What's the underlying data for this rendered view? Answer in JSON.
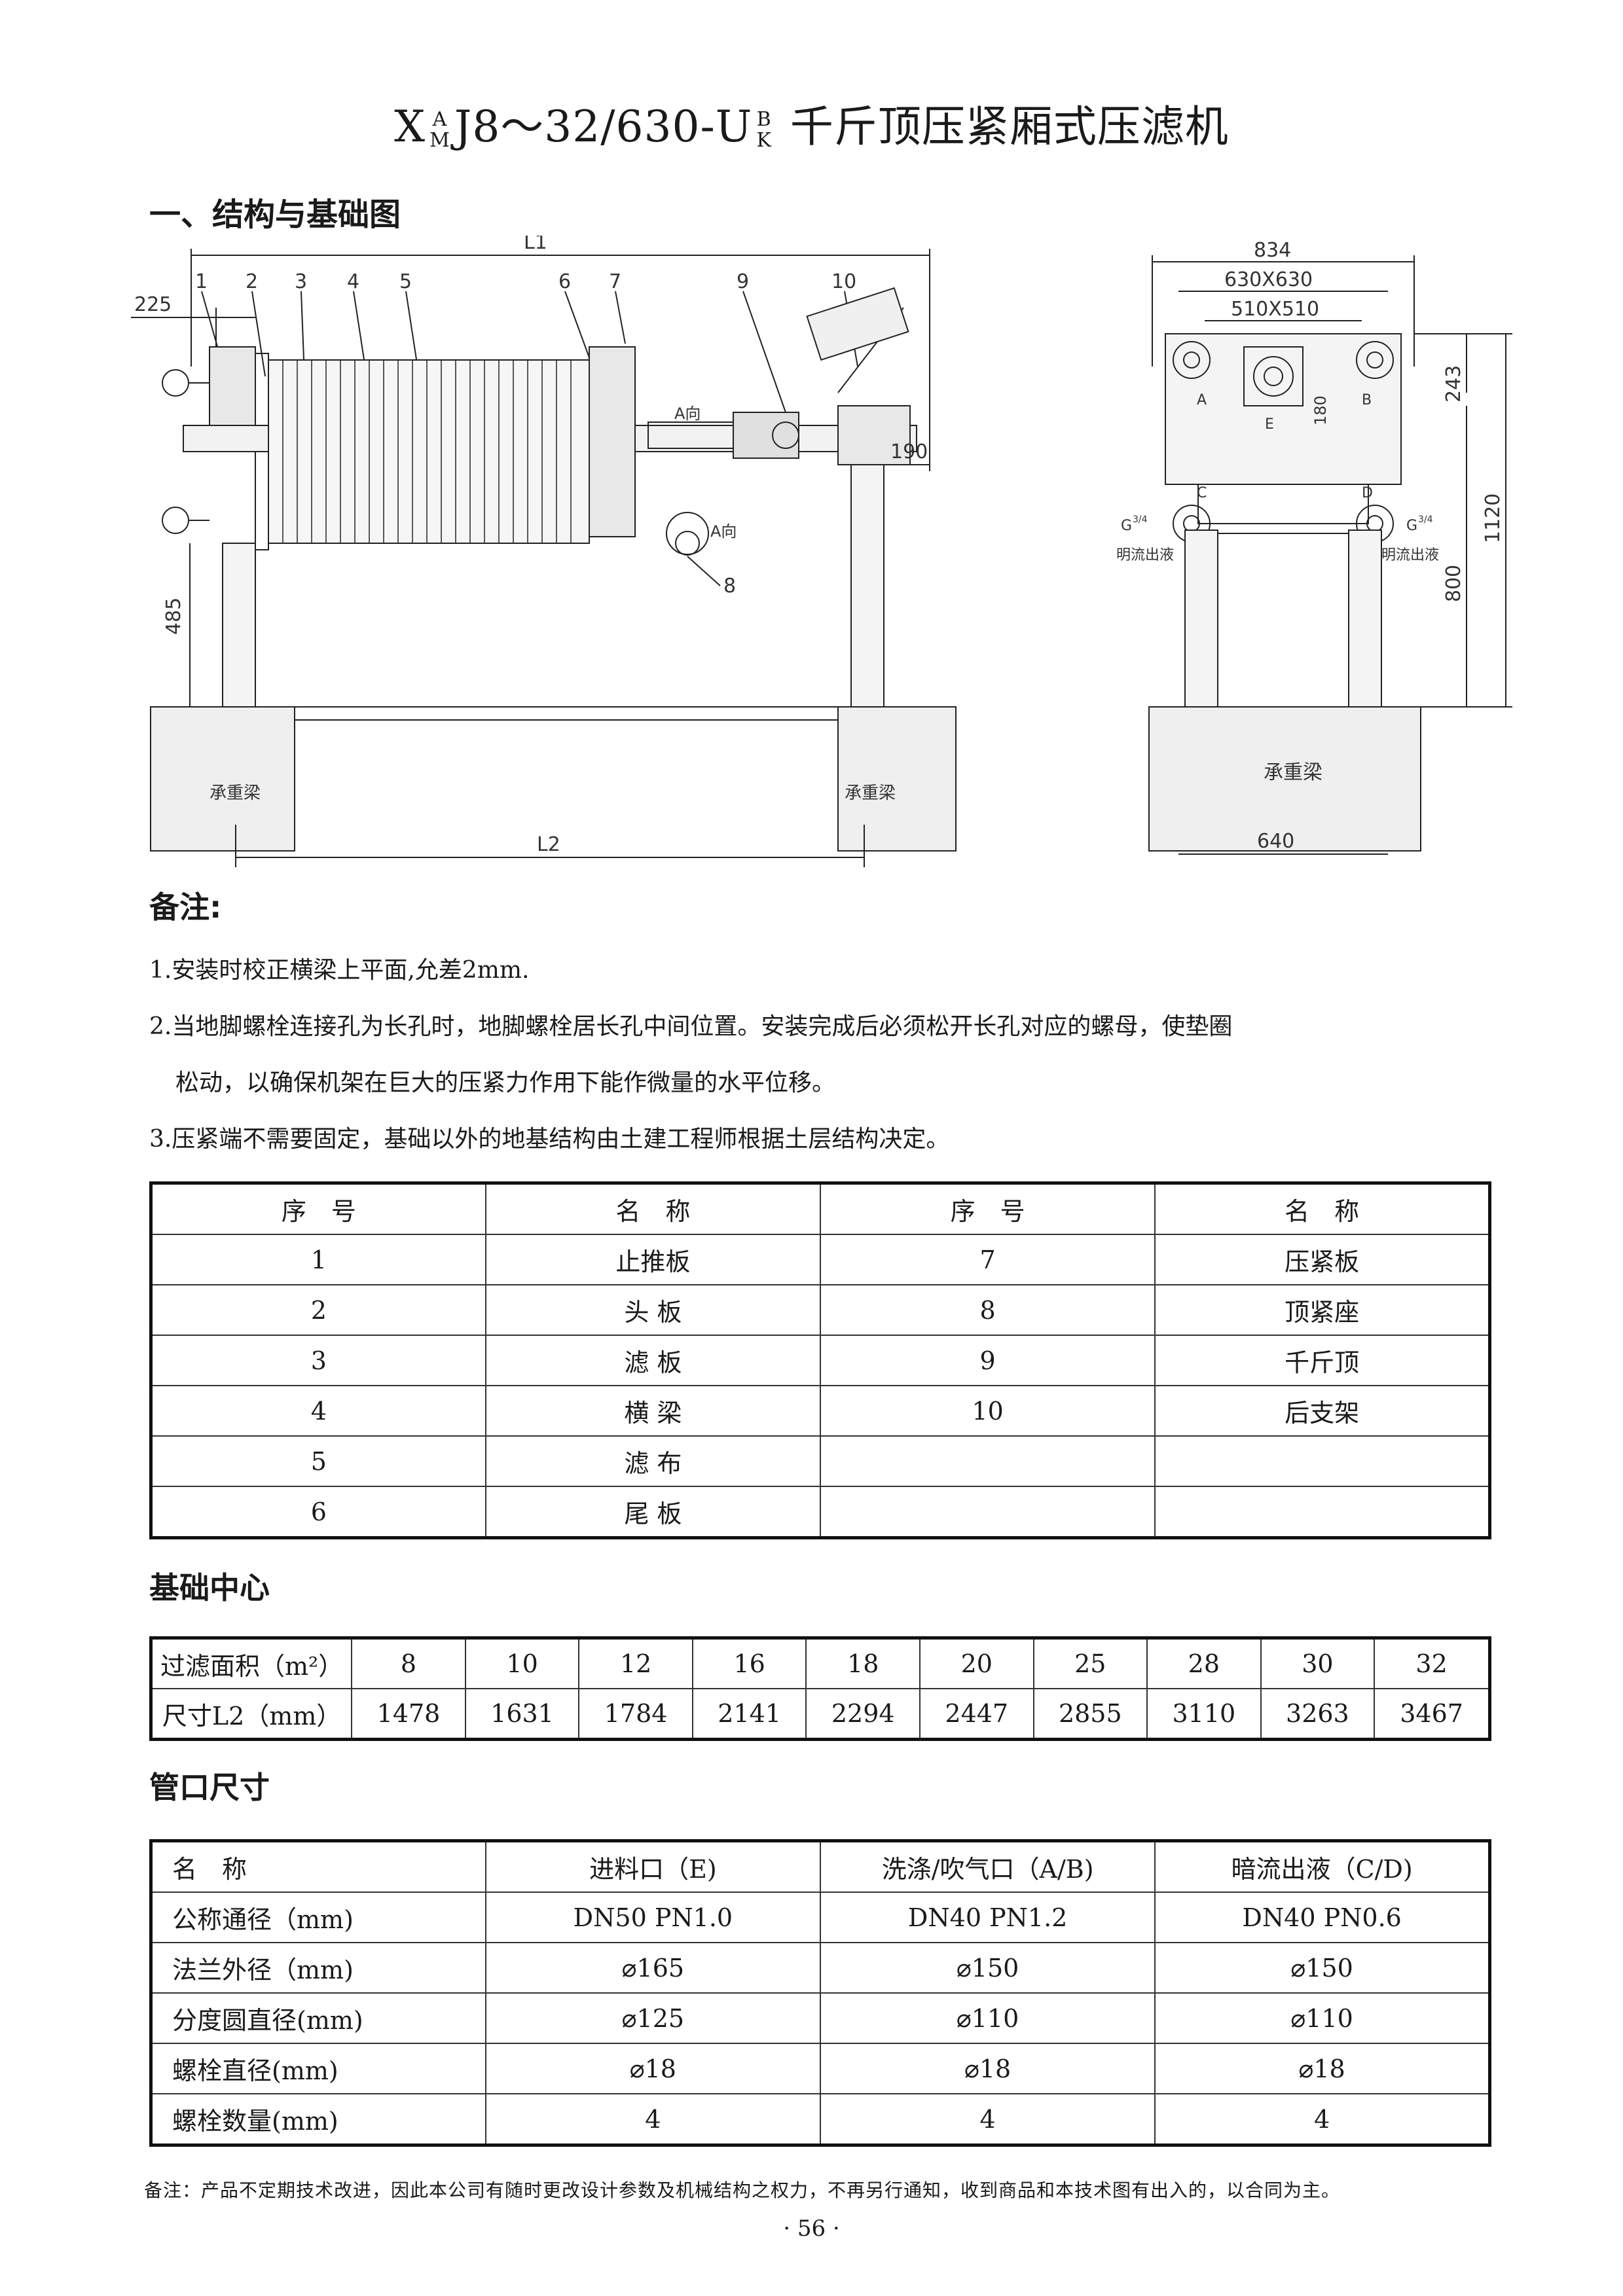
{
  "title": {
    "prefix": "X",
    "sup_top": "A",
    "sup_bottom": "M",
    "model": "J8～32/630-U",
    "sup2_top": "B",
    "sup2_bottom": "K",
    "name": " 千斤顶压紧厢式压滤机"
  },
  "section1": "一、结构与基础图",
  "drawing": {
    "side_labels": {
      "L1": "L1",
      "L2": "L2",
      "d225": "225",
      "d485": "485",
      "d190": "190",
      "n1": "1",
      "n2": "2",
      "n3": "3",
      "n4": "4",
      "n5": "5",
      "n6": "6",
      "n7": "7",
      "n8": "8",
      "n9": "9",
      "n10": "10",
      "a_dir": "A向",
      "a_dir2": "A向",
      "beam": "承重梁"
    },
    "end_labels": {
      "d834": "834",
      "d630": "630X630",
      "d510": "510X510",
      "d243": "243",
      "d180": "180",
      "d1120": "1120",
      "d800": "800",
      "d640": "640",
      "A": "A",
      "B": "B",
      "C": "C",
      "D": "D",
      "E": "E",
      "G_left": "G",
      "G_right": "G",
      "G_frac": "3/4",
      "outlet_left": "明流出液",
      "outlet_right": "明流出液",
      "beam": "承重梁"
    }
  },
  "notes": {
    "heading": "备注:",
    "items": [
      "1.安装时校正横梁上平面,允差2mm.",
      "2.当地脚螺栓连接孔为长孔时，地脚螺栓居长孔中间位置。安装完成后必须松开长孔对应的螺母，使垫圈",
      "松动，以确保机架在巨大的压紧力作用下能作微量的水平位移。",
      "3.压紧端不需要固定，基础以外的地基结构由土建工程师根据土层结构决定。"
    ]
  },
  "parts_table": {
    "headers": [
      "序　号",
      "名　称",
      "序　号",
      "名　称"
    ],
    "rows": [
      [
        "1",
        "止推板",
        "7",
        "压紧板"
      ],
      [
        "2",
        "头 板",
        "8",
        "顶紧座"
      ],
      [
        "3",
        "滤 板",
        "9",
        "千斤顶"
      ],
      [
        "4",
        "横 梁",
        "10",
        "后支架"
      ],
      [
        "5",
        "滤 布",
        "",
        ""
      ],
      [
        "6",
        "尾 板",
        "",
        ""
      ]
    ]
  },
  "foundation": {
    "heading": "基础中心",
    "row1_label": "过滤面积（m²）",
    "row2_label": "尺寸L2（mm）",
    "areas": [
      "8",
      "10",
      "12",
      "16",
      "18",
      "20",
      "25",
      "28",
      "30",
      "32"
    ],
    "l2": [
      "1478",
      "1631",
      "1784",
      "2141",
      "2294",
      "2447",
      "2855",
      "3110",
      "3263",
      "3467"
    ]
  },
  "pipe": {
    "heading": "管口尺寸",
    "headers": [
      "名　称",
      "进料口（E)",
      "洗涤/吹气口（A/B)",
      "暗流出液（C/D)"
    ],
    "rows": [
      [
        "公称通径（mm)",
        "DN50  PN1.0",
        "DN40  PN1.2",
        "DN40  PN0.6"
      ],
      [
        "法兰外径（mm)",
        "⌀165",
        "⌀150",
        "⌀150"
      ],
      [
        "分度圆直径(mm)",
        "⌀125",
        "⌀110",
        "⌀110"
      ],
      [
        "螺栓直径(mm)",
        "⌀18",
        "⌀18",
        "⌀18"
      ],
      [
        "螺栓数量(mm)",
        "4",
        "4",
        "4"
      ]
    ]
  },
  "footer": "备注：产品不定期技术改进，因此本公司有随时更改设计参数及机械结构之权力，不再另行通知，收到商品和本技术图有出入的，以合同为主。",
  "page_number": "· 56 ·"
}
